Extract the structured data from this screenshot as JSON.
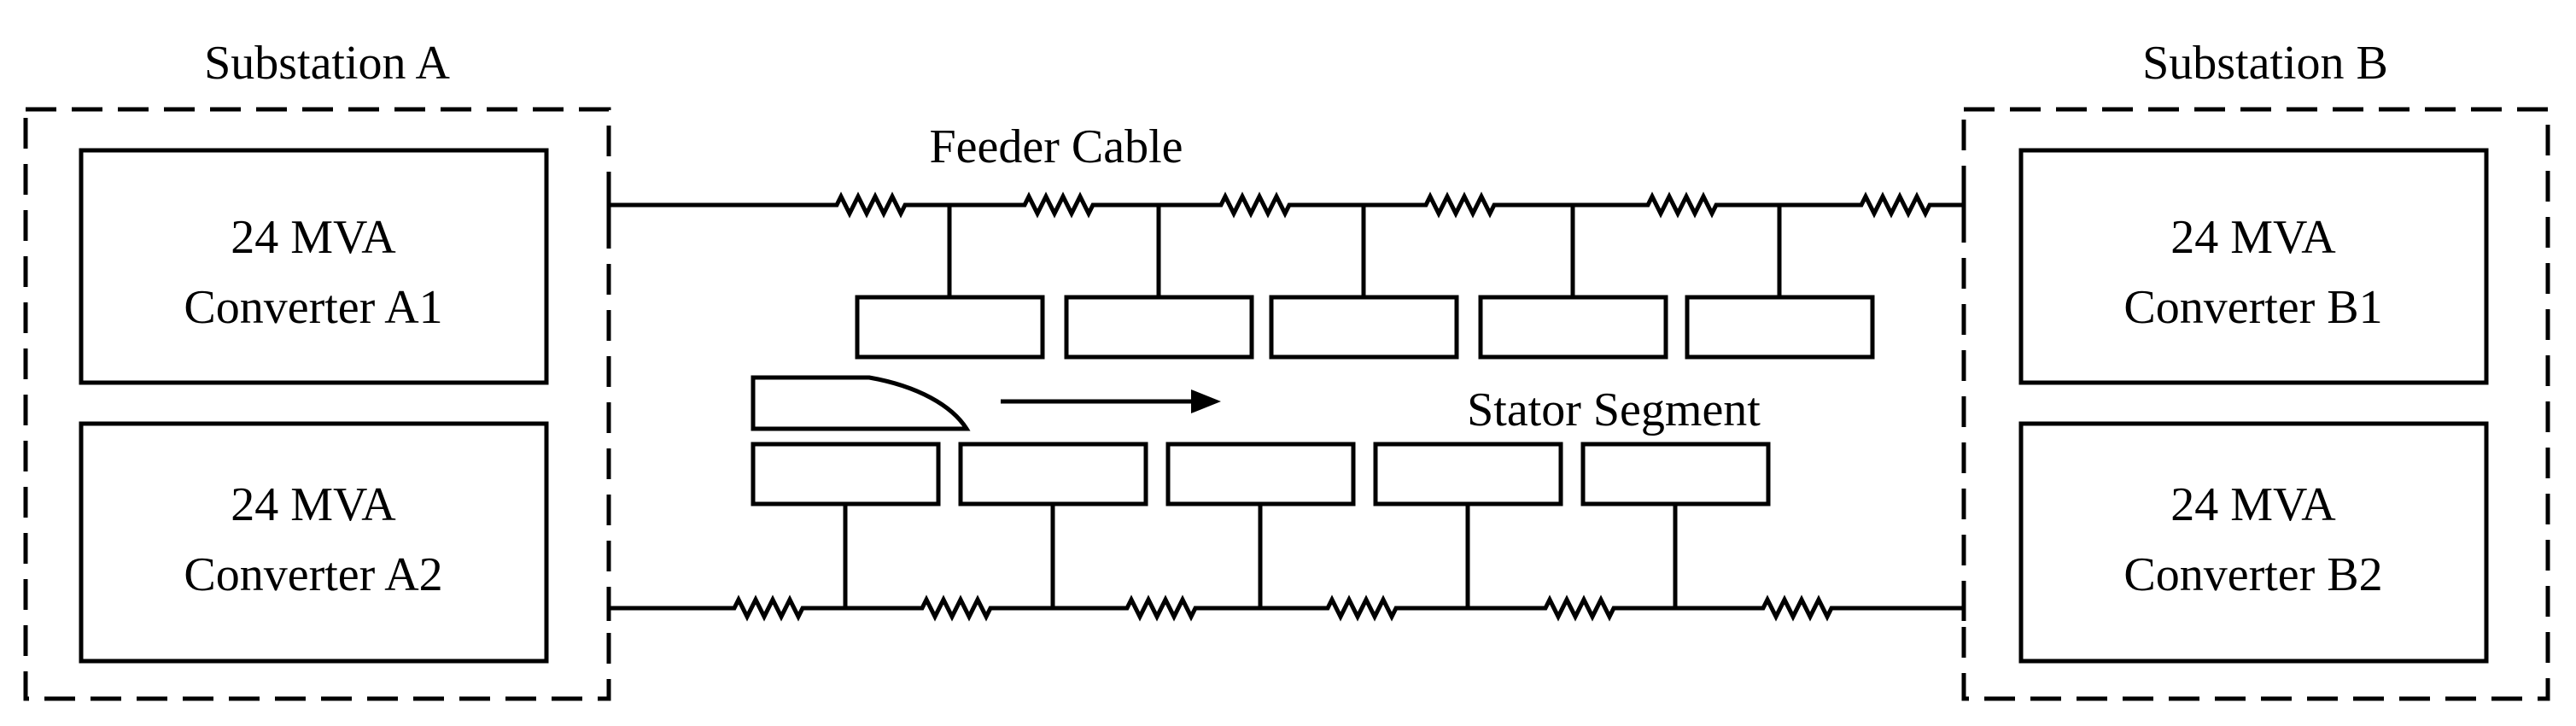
{
  "substations": {
    "a": {
      "title": "Substation A",
      "converters": [
        {
          "line1": "24 MVA",
          "line2": "Converter A1"
        },
        {
          "line1": "24 MVA",
          "line2": "Converter A2"
        }
      ]
    },
    "b": {
      "title": "Substation B",
      "converters": [
        {
          "line1": "24 MVA",
          "line2": "Converter B1"
        },
        {
          "line1": "24 MVA",
          "line2": "Converter B2"
        }
      ]
    }
  },
  "labels": {
    "feeder_cable": "Feeder Cable",
    "stator_segment": "Stator Segment"
  }
}
